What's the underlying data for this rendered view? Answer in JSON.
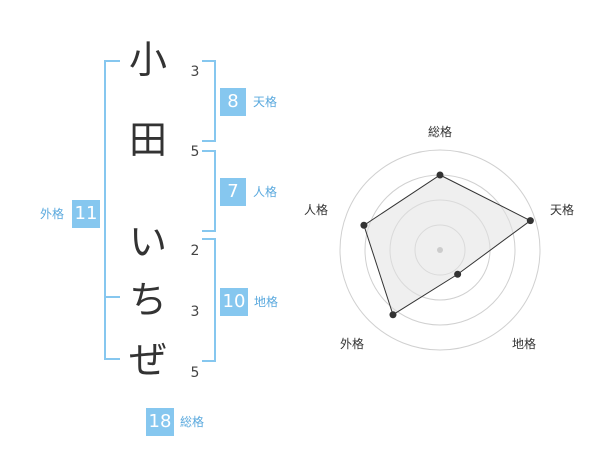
{
  "name": {
    "chars": [
      {
        "char": "小",
        "strokes": "3"
      },
      {
        "char": "田",
        "strokes": "5"
      },
      {
        "char": "い",
        "strokes": "2"
      },
      {
        "char": "ち",
        "strokes": "3"
      },
      {
        "char": "ぜ",
        "strokes": "5"
      }
    ]
  },
  "scores": {
    "tenkaku": {
      "value": "8",
      "label": "天格"
    },
    "jinkaku": {
      "value": "7",
      "label": "人格"
    },
    "chikaku": {
      "value": "10",
      "label": "地格"
    },
    "gaikaku": {
      "value": "11",
      "label": "外格"
    },
    "soukaku": {
      "value": "18",
      "label": "総格"
    }
  },
  "colors": {
    "accent": "#86c7ef",
    "text": "#333333"
  },
  "chart_data": {
    "type": "radar",
    "axes": [
      "総格",
      "天格",
      "地格",
      "外格",
      "人格"
    ],
    "values": [
      0.75,
      0.95,
      0.3,
      0.8,
      0.8
    ],
    "rings": 4
  }
}
